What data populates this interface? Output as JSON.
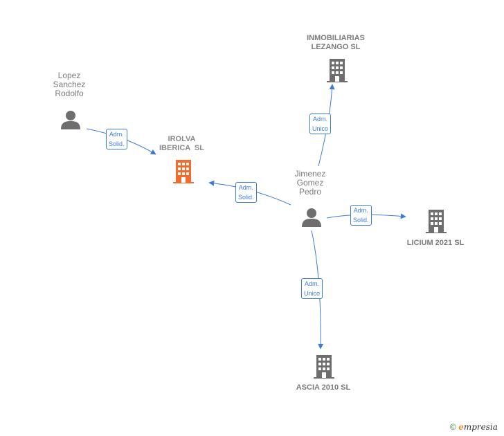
{
  "colors": {
    "edge": "#3d7bd8",
    "node": "#6e6e6e",
    "focus": "#f26a2c",
    "text": "#7a7a7a"
  },
  "nodes": {
    "lopez": {
      "lines": [
        "Lopez",
        "Sanchez",
        "Rodolfo"
      ],
      "icon": "person-icon"
    },
    "irolva": {
      "lines": [
        "IROLVA",
        "IBERICA  SL"
      ],
      "icon": "building-icon"
    },
    "inmobiliarias": {
      "lines": [
        "INMOBILIARIAS",
        "LEZANGO SL"
      ],
      "icon": "building-icon"
    },
    "jimenez": {
      "lines": [
        "Jimenez",
        "Gomez",
        "Pedro"
      ],
      "icon": "person-icon"
    },
    "licium": {
      "lines": [
        "LICIUM 2021 SL"
      ],
      "icon": "building-icon"
    },
    "ascia": {
      "lines": [
        "ASCIA 2010 SL"
      ],
      "icon": "building-icon"
    }
  },
  "edges": {
    "lopez_irolva": [
      "Adm.",
      "Solid."
    ],
    "jimenez_irolva": [
      "Adm.",
      "Solid."
    ],
    "jimenez_inmobiliarias": [
      "Adm.",
      "Unico"
    ],
    "jimenez_licium": [
      "Adm.",
      "Solid."
    ],
    "jimenez_ascia": [
      "Adm.",
      "Unico"
    ]
  },
  "footer": {
    "copyright": "©",
    "brand_initial": "e",
    "brand_rest": "mpresia"
  }
}
